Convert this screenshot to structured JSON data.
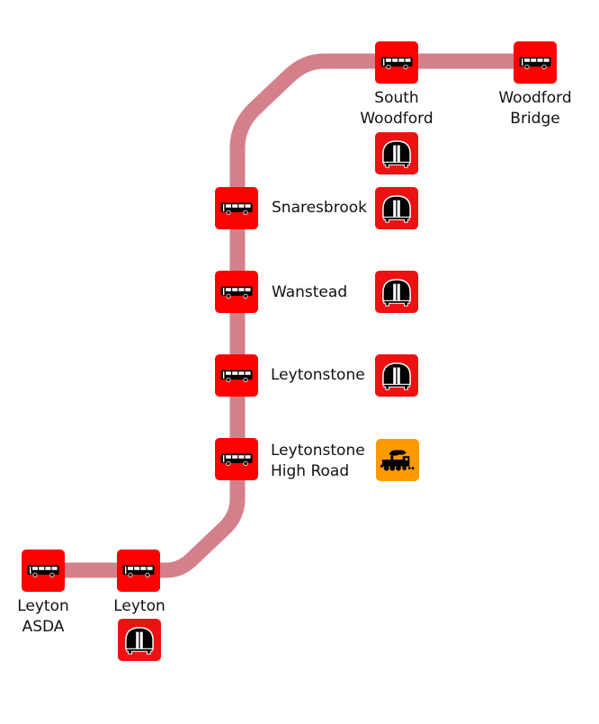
{
  "colors": {
    "line": "#d4808a",
    "stop_box": "#ff0000",
    "tube_box": "#ee1111",
    "rail_box": "#ff9900",
    "icon": "#000000",
    "text": "#111111"
  },
  "stations": [
    {
      "id": "woodford-bridge",
      "name_lines": [
        "Woodford",
        "Bridge"
      ],
      "stop_icon": "bus-icon",
      "interchanges": []
    },
    {
      "id": "south-woodford",
      "name_lines": [
        "South",
        "Woodford"
      ],
      "stop_icon": "bus-icon",
      "interchanges": [
        "underground-train-icon"
      ]
    },
    {
      "id": "snaresbrook",
      "name_lines": [
        "Snaresbrook"
      ],
      "stop_icon": "bus-icon",
      "interchanges": [
        "underground-train-icon"
      ]
    },
    {
      "id": "wanstead",
      "name_lines": [
        "Wanstead"
      ],
      "stop_icon": "bus-icon",
      "interchanges": [
        "underground-train-icon"
      ]
    },
    {
      "id": "leytonstone",
      "name_lines": [
        "Leytonstone"
      ],
      "stop_icon": "bus-icon",
      "interchanges": [
        "underground-train-icon"
      ]
    },
    {
      "id": "leytonstone-high-road",
      "name_lines": [
        "Leytonstone",
        "High Road"
      ],
      "stop_icon": "bus-icon",
      "interchanges": [
        "steam-train-icon"
      ]
    },
    {
      "id": "leyton",
      "name_lines": [
        "Leyton"
      ],
      "stop_icon": "bus-icon",
      "interchanges": [
        "underground-train-icon"
      ]
    },
    {
      "id": "leyton-asda",
      "name_lines": [
        "Leyton",
        "ASDA"
      ],
      "stop_icon": "bus-icon",
      "interchanges": []
    }
  ]
}
